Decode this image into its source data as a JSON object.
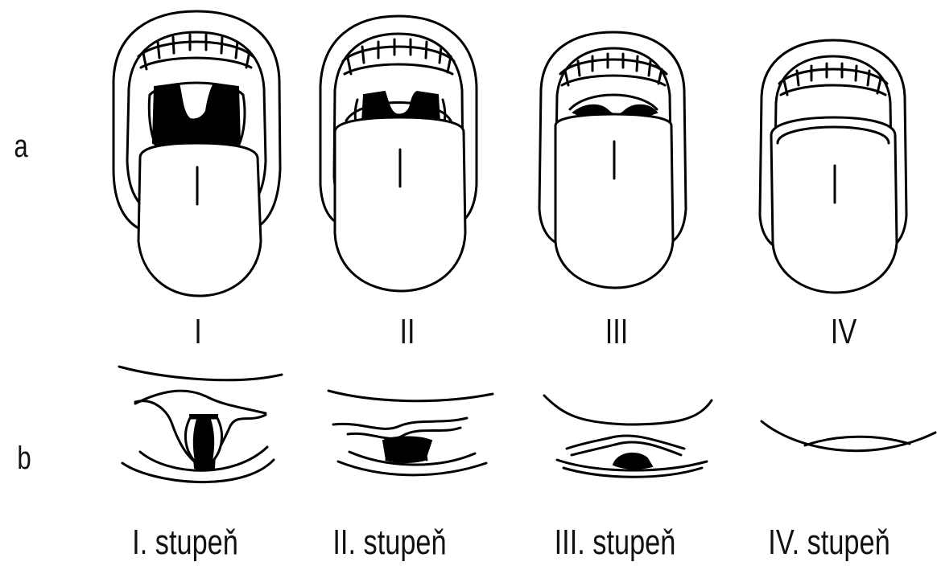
{
  "row_labels": {
    "a": "a",
    "b": "b"
  },
  "mallampati_classes": [
    "I",
    "II",
    "III",
    "IV"
  ],
  "cormack_grades": [
    "I. stupeň",
    "II. stupeň",
    "III. stupeň",
    "IV. stupeň"
  ]
}
